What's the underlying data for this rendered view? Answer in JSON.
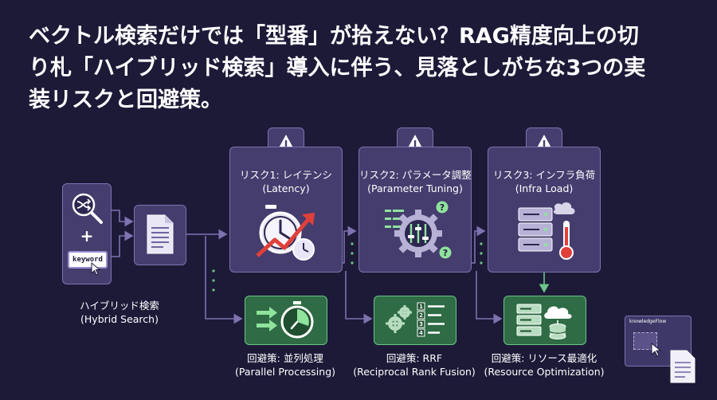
{
  "title_lines": [
    "ベクトル検索だけでは「型番」が拾えない？RAG精度向上の切",
    "り札「ハイブリッド検索」導入に伴う、見落としがちな3つの実",
    "装リスクと回避策。"
  ],
  "hybrid": {
    "keyword_text": "keyword",
    "plus": "+",
    "label_ja": "ハイブリッド検索",
    "label_en": "(Hybrid Search)"
  },
  "risks": [
    {
      "title": "リスク1: レイテンシ",
      "subtitle": "(Latency)"
    },
    {
      "title": "リスク2: パラメータ調整",
      "subtitle": "(Parameter Tuning)"
    },
    {
      "title": "リスク3: インフラ負荷",
      "subtitle": "(Infra Load)"
    }
  ],
  "solutions": [
    {
      "title": "回避策: 並列処理",
      "subtitle": "(Parallel Processing)"
    },
    {
      "title": "回避策: RRF",
      "subtitle": "(Reciprocal Rank Fusion)"
    },
    {
      "title": "回避策: リソース最適化",
      "subtitle": "(Resource Optimization)"
    }
  ],
  "rank_numbers": [
    "1",
    "2",
    "3",
    "4"
  ],
  "question_mark": "?",
  "brand": "knowledgeFlow",
  "colors": {
    "background": "#1d1a38",
    "risk_panel": "#453d6e",
    "solution_panel": "#2f6b45",
    "arrow": "#7e72b0",
    "trend_arrow": "#e0403a",
    "accent_green": "#8fe39c"
  }
}
